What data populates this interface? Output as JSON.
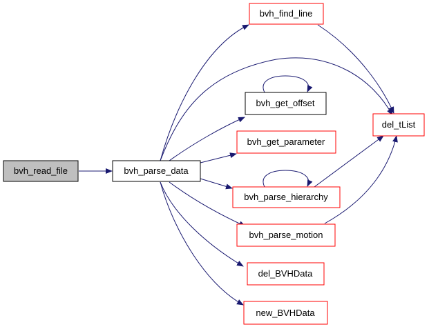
{
  "diagram": {
    "type": "call-graph",
    "colors": {
      "edge": "#191970",
      "root_fill": "#bfbfbf",
      "root_border": "#000000",
      "black_border": "#000000",
      "red_border": "#ff0000",
      "node_fill": "#ffffff"
    },
    "nodes": {
      "bvh_read_file": "bvh_read_file",
      "bvh_parse_data": "bvh_parse_data",
      "bvh_find_line": "bvh_find_line",
      "bvh_get_offset": "bvh_get_offset",
      "bvh_get_parameter": "bvh_get_parameter",
      "bvh_parse_hierarchy": "bvh_parse_hierarchy",
      "bvh_parse_motion": "bvh_parse_motion",
      "del_BVHData": "del_BVHData",
      "new_BVHData": "new_BVHData",
      "del_tList": "del_tList"
    },
    "edges": [
      [
        "bvh_read_file",
        "bvh_parse_data"
      ],
      [
        "bvh_parse_data",
        "bvh_find_line"
      ],
      [
        "bvh_parse_data",
        "del_tList"
      ],
      [
        "bvh_parse_data",
        "bvh_get_offset"
      ],
      [
        "bvh_parse_data",
        "bvh_get_parameter"
      ],
      [
        "bvh_parse_data",
        "bvh_parse_hierarchy"
      ],
      [
        "bvh_parse_data",
        "bvh_parse_motion"
      ],
      [
        "bvh_parse_data",
        "del_BVHData"
      ],
      [
        "bvh_parse_data",
        "new_BVHData"
      ],
      [
        "bvh_get_offset",
        "bvh_get_offset"
      ],
      [
        "bvh_parse_hierarchy",
        "bvh_parse_hierarchy"
      ],
      [
        "bvh_find_line",
        "del_tList"
      ],
      [
        "bvh_parse_hierarchy",
        "del_tList"
      ],
      [
        "bvh_parse_motion",
        "del_tList"
      ]
    ]
  }
}
